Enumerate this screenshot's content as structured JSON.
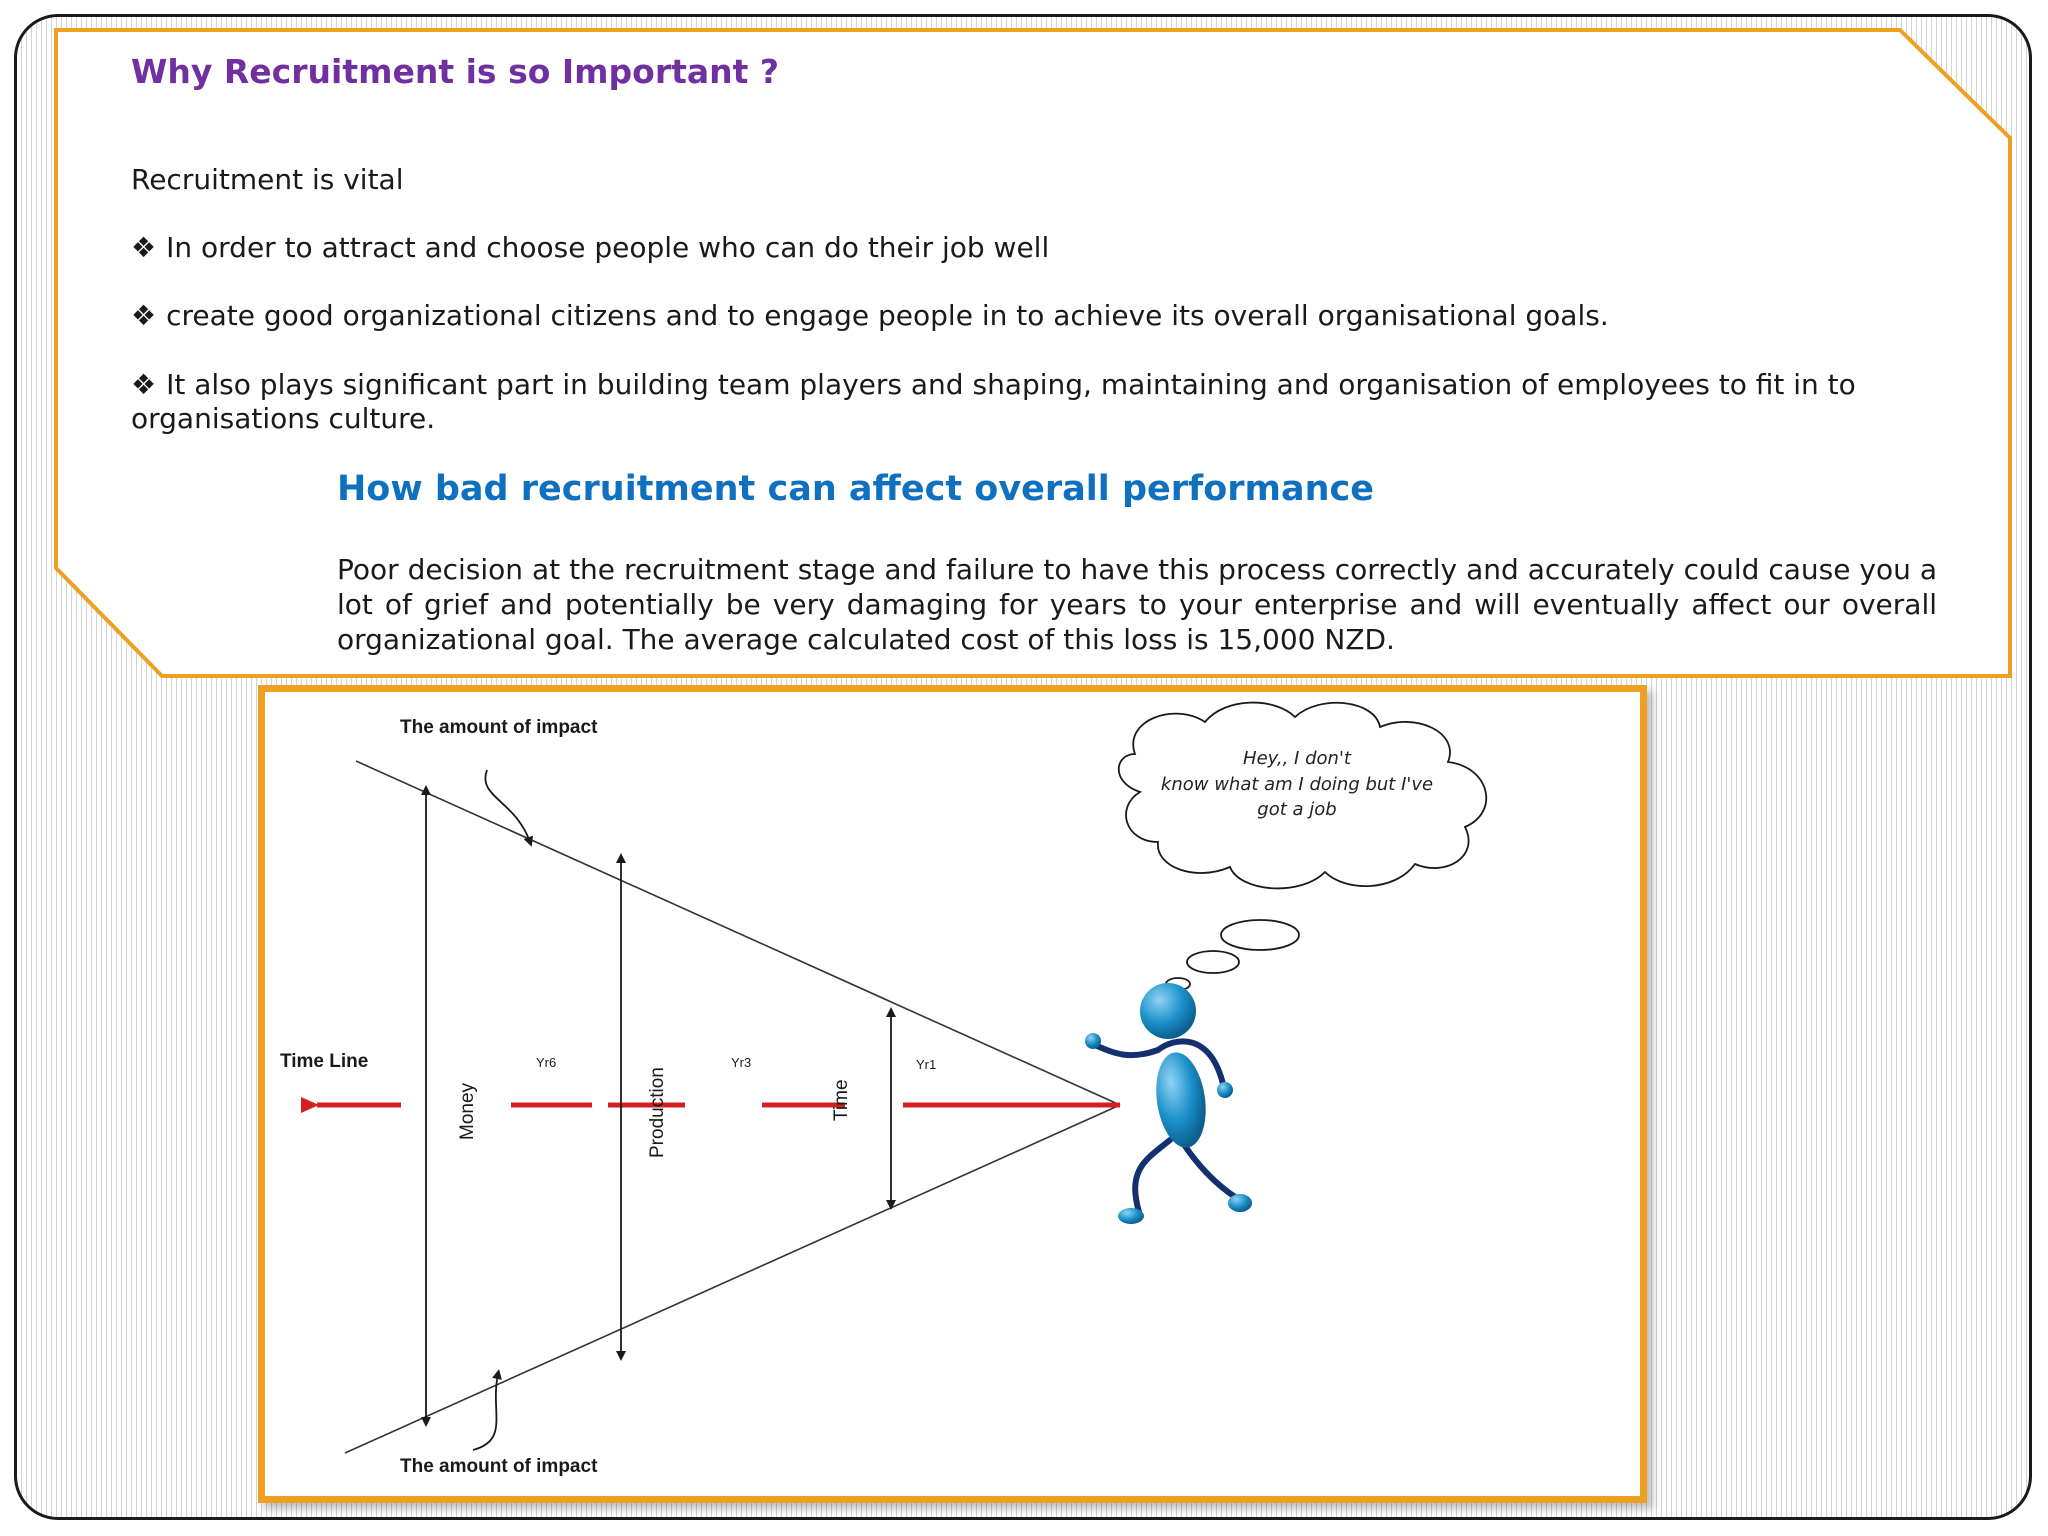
{
  "slide": {
    "title": "Why Recruitment is so Important ?",
    "intro": "Recruitment is vital",
    "bullet_symbol": "❖",
    "bullets": [
      "In order to attract and choose people who can do their job well",
      "create good organizational citizens and to engage people in to achieve its overall organisational goals.",
      "It also plays significant part in building team players and shaping, maintaining and organisation of employees to fit in to organisations culture."
    ],
    "subtitle": "How bad recruitment can affect overall performance",
    "paragraph": "Poor decision at the recruitment stage and failure to have this process correctly and accurately could cause you a lot of grief and potentially be very damaging for years to your enterprise and will eventually affect our overall organizational goal. The average calculated cost of this loss is 15,000 NZD."
  },
  "diagram": {
    "impact_label_top": "The amount of impact",
    "impact_label_bottom": "The amount of impact",
    "timeline_label": "Time Line",
    "axis_labels": [
      "Money",
      "Production",
      "Time"
    ],
    "year_labels": [
      "Yr6",
      "Yr3",
      "Yr1"
    ],
    "thought_lines": [
      "Hey,, I don't",
      "know what am I doing but I've",
      "got a job"
    ]
  },
  "colors": {
    "title": "#7030a0",
    "subtitle": "#1070c0",
    "frame_border": "#f0a020",
    "timeline": "#d02020",
    "figure": "#1a8fc8"
  }
}
